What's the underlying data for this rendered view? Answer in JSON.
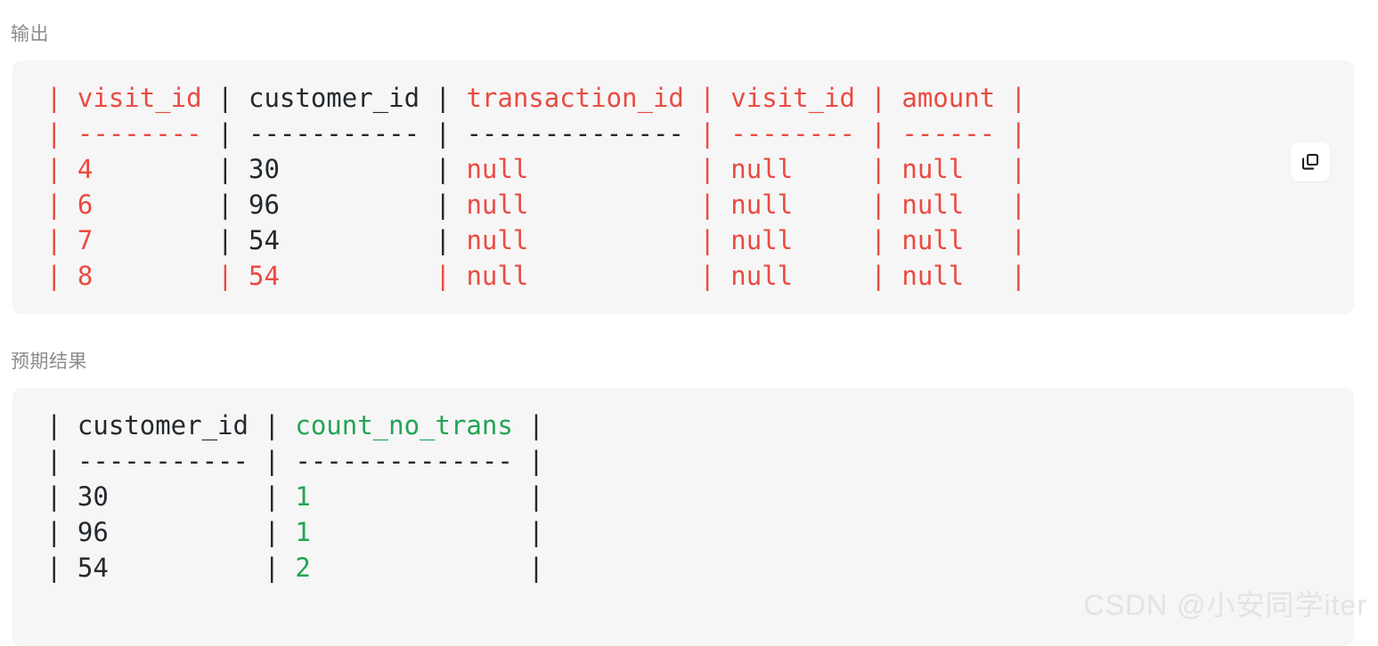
{
  "labels": {
    "output": "输出",
    "expected": "预期结果"
  },
  "colors": {
    "red": "#ea4b42",
    "green": "#23a455",
    "dark": "#24292e",
    "block_bg": "#f6f6f6",
    "label_gray": "#8c8c8c",
    "watermark": "#e3e3e3"
  },
  "copy_button": {
    "icon": "copy-icon",
    "title": "复制"
  },
  "watermark": {
    "text": "CSDN @小安同学iter"
  },
  "output_block": {
    "lines": [
      [
        {
          "t": "| ",
          "c": "red"
        },
        {
          "t": "visit_id",
          "c": "red"
        },
        {
          "t": " | ",
          "c": "dark"
        },
        {
          "t": "customer_id",
          "c": "dark"
        },
        {
          "t": " | ",
          "c": "dark"
        },
        {
          "t": "transaction_id",
          "c": "red"
        },
        {
          "t": " | ",
          "c": "red"
        },
        {
          "t": "visit_id",
          "c": "red"
        },
        {
          "t": " | ",
          "c": "red"
        },
        {
          "t": "amount",
          "c": "red"
        },
        {
          "t": " |",
          "c": "red"
        }
      ],
      [
        {
          "t": "| ",
          "c": "red"
        },
        {
          "t": "--------",
          "c": "red"
        },
        {
          "t": " | ",
          "c": "dark"
        },
        {
          "t": "-----------",
          "c": "dark"
        },
        {
          "t": " | ",
          "c": "dark"
        },
        {
          "t": "--------------",
          "c": "dark"
        },
        {
          "t": " | ",
          "c": "red"
        },
        {
          "t": "--------",
          "c": "red"
        },
        {
          "t": " | ",
          "c": "red"
        },
        {
          "t": "------",
          "c": "red"
        },
        {
          "t": " |",
          "c": "red"
        }
      ],
      [
        {
          "t": "| ",
          "c": "red"
        },
        {
          "t": "4       ",
          "c": "red"
        },
        {
          "t": " | ",
          "c": "dark"
        },
        {
          "t": "30         ",
          "c": "dark"
        },
        {
          "t": " | ",
          "c": "dark"
        },
        {
          "t": "null          ",
          "c": "red"
        },
        {
          "t": " | ",
          "c": "red"
        },
        {
          "t": "null    ",
          "c": "red"
        },
        {
          "t": " | ",
          "c": "red"
        },
        {
          "t": "null  ",
          "c": "red"
        },
        {
          "t": " |",
          "c": "red"
        }
      ],
      [
        {
          "t": "| ",
          "c": "red"
        },
        {
          "t": "6       ",
          "c": "red"
        },
        {
          "t": " | ",
          "c": "dark"
        },
        {
          "t": "96         ",
          "c": "dark"
        },
        {
          "t": " | ",
          "c": "dark"
        },
        {
          "t": "null          ",
          "c": "red"
        },
        {
          "t": " | ",
          "c": "red"
        },
        {
          "t": "null    ",
          "c": "red"
        },
        {
          "t": " | ",
          "c": "red"
        },
        {
          "t": "null  ",
          "c": "red"
        },
        {
          "t": " |",
          "c": "red"
        }
      ],
      [
        {
          "t": "| ",
          "c": "red"
        },
        {
          "t": "7       ",
          "c": "red"
        },
        {
          "t": " | ",
          "c": "dark"
        },
        {
          "t": "54         ",
          "c": "dark"
        },
        {
          "t": " | ",
          "c": "dark"
        },
        {
          "t": "null          ",
          "c": "red"
        },
        {
          "t": " | ",
          "c": "red"
        },
        {
          "t": "null    ",
          "c": "red"
        },
        {
          "t": " | ",
          "c": "red"
        },
        {
          "t": "null  ",
          "c": "red"
        },
        {
          "t": " |",
          "c": "red"
        }
      ],
      [
        {
          "t": "| ",
          "c": "red"
        },
        {
          "t": "8       ",
          "c": "red"
        },
        {
          "t": " | ",
          "c": "red"
        },
        {
          "t": "54         ",
          "c": "red"
        },
        {
          "t": " | ",
          "c": "red"
        },
        {
          "t": "null          ",
          "c": "red"
        },
        {
          "t": " | ",
          "c": "red"
        },
        {
          "t": "null    ",
          "c": "red"
        },
        {
          "t": " | ",
          "c": "red"
        },
        {
          "t": "null  ",
          "c": "red"
        },
        {
          "t": " |",
          "c": "red"
        }
      ]
    ],
    "table": {
      "type": "table",
      "columns": [
        "visit_id",
        "customer_id",
        "transaction_id",
        "visit_id",
        "amount"
      ],
      "rows": [
        [
          "4",
          "30",
          "null",
          "null",
          "null"
        ],
        [
          "6",
          "96",
          "null",
          "null",
          "null"
        ],
        [
          "7",
          "54",
          "null",
          "null",
          "null"
        ],
        [
          "8",
          "54",
          "null",
          "null",
          "null"
        ]
      ]
    }
  },
  "expected_block": {
    "lines": [
      [
        {
          "t": "| ",
          "c": "dark"
        },
        {
          "t": "customer_id",
          "c": "dark"
        },
        {
          "t": " | ",
          "c": "dark"
        },
        {
          "t": "count_no_trans",
          "c": "green"
        },
        {
          "t": " |",
          "c": "dark"
        }
      ],
      [
        {
          "t": "| ",
          "c": "dark"
        },
        {
          "t": "-----------",
          "c": "dark"
        },
        {
          "t": " | ",
          "c": "dark"
        },
        {
          "t": "--------------",
          "c": "dark"
        },
        {
          "t": " |",
          "c": "dark"
        }
      ],
      [
        {
          "t": "| ",
          "c": "dark"
        },
        {
          "t": "30         ",
          "c": "dark"
        },
        {
          "t": " | ",
          "c": "dark"
        },
        {
          "t": "1             ",
          "c": "green"
        },
        {
          "t": " |",
          "c": "dark"
        }
      ],
      [
        {
          "t": "| ",
          "c": "dark"
        },
        {
          "t": "96         ",
          "c": "dark"
        },
        {
          "t": " | ",
          "c": "dark"
        },
        {
          "t": "1             ",
          "c": "green"
        },
        {
          "t": " |",
          "c": "dark"
        }
      ],
      [
        {
          "t": "| ",
          "c": "dark"
        },
        {
          "t": "54         ",
          "c": "dark"
        },
        {
          "t": " | ",
          "c": "dark"
        },
        {
          "t": "2             ",
          "c": "green"
        },
        {
          "t": " |",
          "c": "dark"
        }
      ]
    ],
    "table": {
      "type": "table",
      "columns": [
        "customer_id",
        "count_no_trans"
      ],
      "rows": [
        [
          "30",
          "1"
        ],
        [
          "96",
          "1"
        ],
        [
          "54",
          "2"
        ]
      ]
    }
  }
}
